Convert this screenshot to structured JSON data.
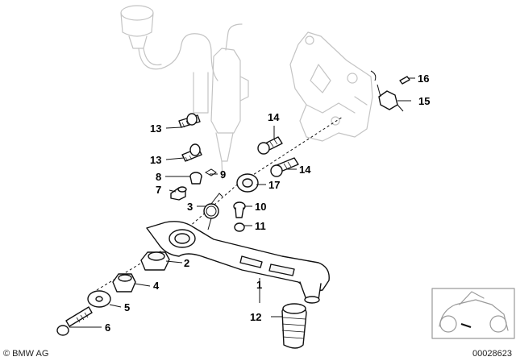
{
  "callouts": [
    {
      "id": "1",
      "label": "1"
    },
    {
      "id": "2",
      "label": "2"
    },
    {
      "id": "3",
      "label": "3"
    },
    {
      "id": "4",
      "label": "4"
    },
    {
      "id": "5",
      "label": "5"
    },
    {
      "id": "6",
      "label": "6"
    },
    {
      "id": "7",
      "label": "7"
    },
    {
      "id": "8",
      "label": "8"
    },
    {
      "id": "9",
      "label": "9"
    },
    {
      "id": "10",
      "label": "10"
    },
    {
      "id": "11",
      "label": "11"
    },
    {
      "id": "12",
      "label": "12"
    },
    {
      "id": "13a",
      "label": "13"
    },
    {
      "id": "13b",
      "label": "13"
    },
    {
      "id": "14a",
      "label": "14"
    },
    {
      "id": "14b",
      "label": "14"
    },
    {
      "id": "15",
      "label": "15"
    },
    {
      "id": "16",
      "label": "16"
    },
    {
      "id": "17",
      "label": "17"
    }
  ],
  "footer": {
    "copyright": "© BMW AG",
    "diagram_number": "00028623"
  },
  "colors": {
    "ink": "#111111",
    "ghost_lines": "#c4c4c4",
    "background": "#ffffff"
  }
}
